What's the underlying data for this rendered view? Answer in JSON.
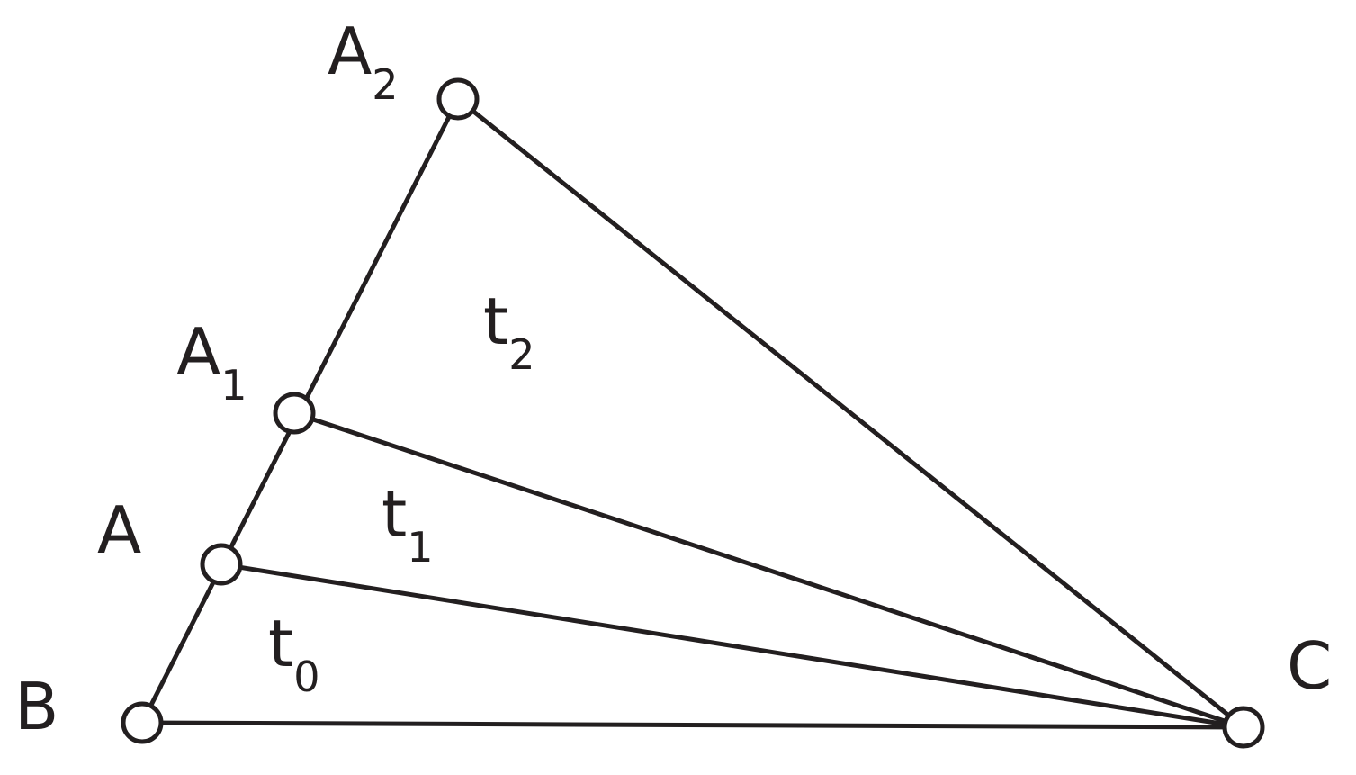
{
  "diagram": {
    "points": {
      "B": {
        "main": "B",
        "sub": ""
      },
      "A": {
        "main": "A",
        "sub": ""
      },
      "A1": {
        "main": "A",
        "sub": "1"
      },
      "A2": {
        "main": "A",
        "sub": "2"
      },
      "C": {
        "main": "C",
        "sub": ""
      }
    },
    "regions": {
      "t0": {
        "main": "t",
        "sub": "0"
      },
      "t1": {
        "main": "t",
        "sub": "1"
      },
      "t2": {
        "main": "t",
        "sub": "2"
      }
    },
    "colors": {
      "stroke": "#231f20",
      "vertex_fill": "#ffffff",
      "background": "#ffffff"
    }
  }
}
